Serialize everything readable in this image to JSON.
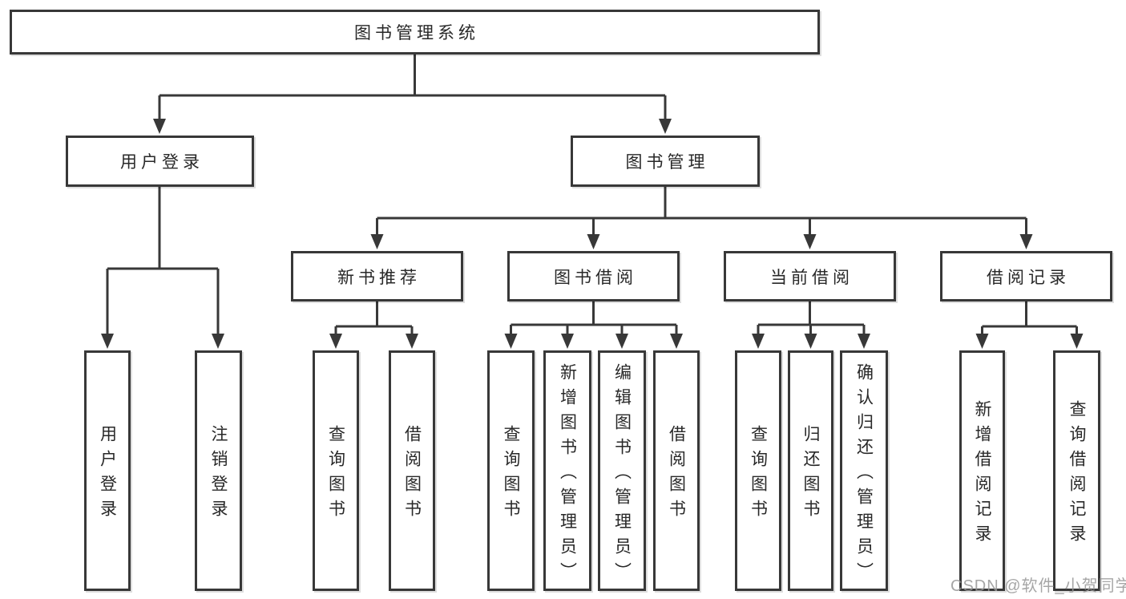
{
  "nodes": {
    "root": "图书管理系统",
    "userLogin": "用户登录",
    "bookMgmt": "图书管理",
    "newBookRec": "新书推荐",
    "bookBorrow": "图书借阅",
    "currentBorrow": "当前借阅",
    "borrowRecords": "借阅记录",
    "leafUserLogin": "用户登录",
    "leafLogout": "注销登录",
    "leafRecQuery": "查询图书",
    "leafRecBorrow": "借阅图书",
    "leafBorrowQuery": "查询图书",
    "leafBorrowAdd": "新增图书（管理员）",
    "leafBorrowEdit": "编辑图书（管理员）",
    "leafBorrowBorrow": "借阅图书",
    "leafCurrentQuery": "查询图书",
    "leafCurrentReturn": "归还图书",
    "leafCurrentConfirm": "确认归还（管理员）",
    "leafRecordAdd": "新增借阅记录",
    "leafRecordQuery": "查询借阅记录"
  },
  "watermark": "CSDN @软件_小贺同学",
  "colors": {
    "line": "#383838",
    "box_border": "#383838",
    "text": "#282828",
    "watermark": "#969696",
    "background": "#ffffff"
  }
}
